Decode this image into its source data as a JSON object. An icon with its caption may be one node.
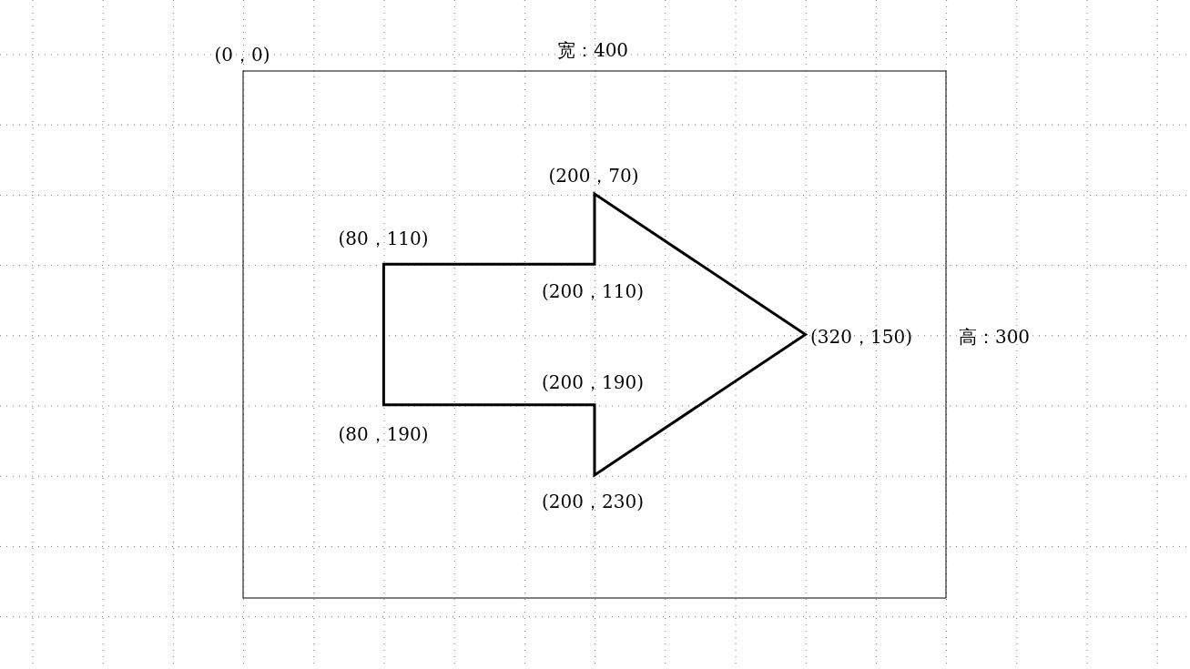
{
  "diagram": {
    "labels": [
      "(0，0)",
      "宽：400",
      "(200，70)",
      "(80，110)",
      "(200，110)",
      "(320，150)",
      "高：300",
      "(200，190)",
      "(80，190)",
      "(200，230)"
    ]
  }
}
